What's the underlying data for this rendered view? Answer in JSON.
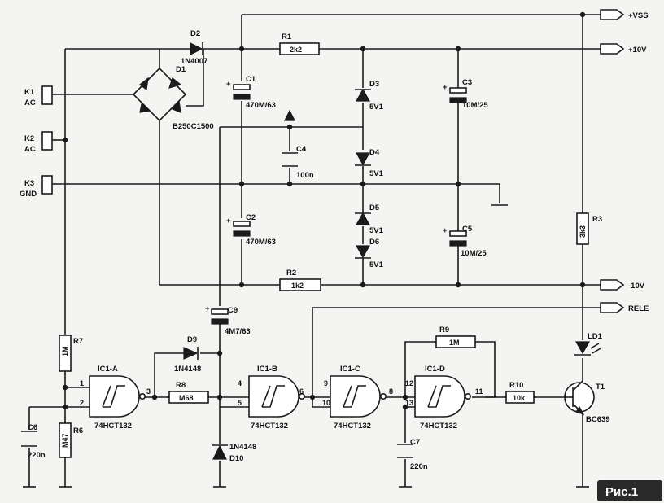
{
  "connectors": {
    "vss": "+VSS",
    "p10": "+10V",
    "m10": "-10V",
    "rele": "RELE"
  },
  "terminals": {
    "k1": {
      "ref": "K1",
      "label": "AC"
    },
    "k2": {
      "ref": "K2",
      "label": "AC"
    },
    "k3": {
      "ref": "K3",
      "label": "GND"
    }
  },
  "parts": {
    "d2": {
      "ref": "D2",
      "val": "1N4007"
    },
    "d1": {
      "ref": "D1",
      "val": "B250C1500"
    },
    "r1": {
      "ref": "R1",
      "val": "2k2"
    },
    "r2": {
      "ref": "R2",
      "val": "1k2"
    },
    "r3": {
      "ref": "R3",
      "val": "3k3"
    },
    "c1": {
      "ref": "C1",
      "val": "470M/63"
    },
    "c2": {
      "ref": "C2",
      "val": "470M/63"
    },
    "c3": {
      "ref": "C3",
      "val": "10M/25"
    },
    "c4": {
      "ref": "C4",
      "val": "100n"
    },
    "c5": {
      "ref": "C5",
      "val": "10M/25"
    },
    "d3": {
      "ref": "D3",
      "val": "5V1"
    },
    "d4": {
      "ref": "D4",
      "val": "5V1"
    },
    "d5": {
      "ref": "D5",
      "val": "5V1"
    },
    "d6": {
      "ref": "D6",
      "val": "5V1"
    },
    "c9": {
      "ref": "C9",
      "val": "4M7/63"
    },
    "r7": {
      "ref": "R7",
      "val": "1M"
    },
    "r6": {
      "ref": "R6",
      "val": "M47"
    },
    "c6": {
      "ref": "C6",
      "val": "220n"
    },
    "d9": {
      "ref": "D9",
      "val": "1N4148"
    },
    "r8": {
      "ref": "R8",
      "val": "M68"
    },
    "d10": {
      "ref": "D10",
      "val": "1N4148"
    },
    "r9": {
      "ref": "R9",
      "val": "1M"
    },
    "c7": {
      "ref": "C7",
      "val": "220n"
    },
    "r10": {
      "ref": "R10",
      "val": "10k"
    },
    "ld1": {
      "ref": "LD1",
      "val": ""
    },
    "t1": {
      "ref": "T1",
      "val": "BC639"
    }
  },
  "gates": {
    "a": {
      "ref": "IC1-A",
      "val": "74HCT132",
      "pins": [
        "1",
        "2",
        "3"
      ]
    },
    "b": {
      "ref": "IC1-B",
      "val": "74HCT132",
      "pins": [
        "4",
        "5",
        "6"
      ]
    },
    "c": {
      "ref": "IC1-C",
      "val": "74HCT132",
      "pins": [
        "9",
        "10",
        "8"
      ]
    },
    "d": {
      "ref": "IC1-D",
      "val": "74HCT132",
      "pins": [
        "12",
        "13",
        "11"
      ]
    }
  },
  "figure_label": "Рис.1"
}
